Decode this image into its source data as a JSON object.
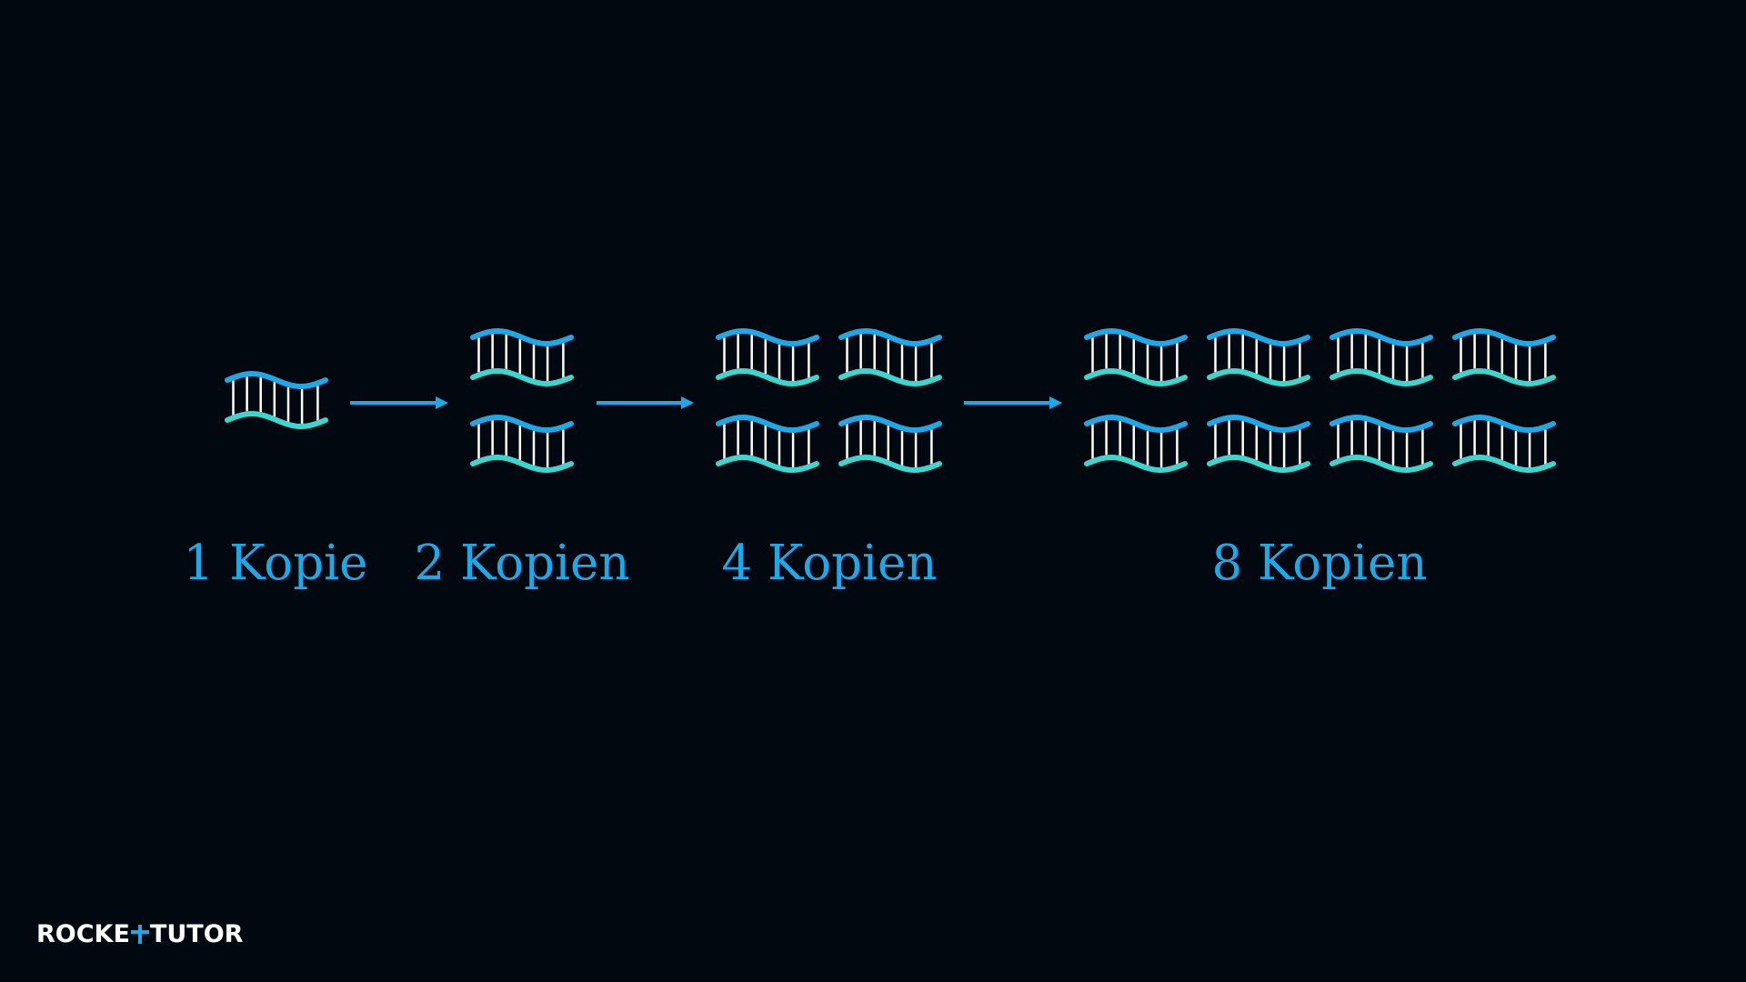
{
  "colors": {
    "background": "#020810",
    "strand_top": "#1fa8e8",
    "strand_bottom": "#3dd6cf",
    "rungs": "#ffffff",
    "arrow": "#1fa8e8",
    "label": "#1fa8e8"
  },
  "icon": "dna-helix-icon",
  "stages": [
    {
      "label": "1 Kopie",
      "copies": 1
    },
    {
      "label": "2 Kopien",
      "copies": 2
    },
    {
      "label": "4 Kopien",
      "copies": 4
    },
    {
      "label": "8 Kopien",
      "copies": 8
    }
  ],
  "logo": {
    "part1": "ROCKE",
    "part2": "TUTO",
    "part3": "R"
  }
}
